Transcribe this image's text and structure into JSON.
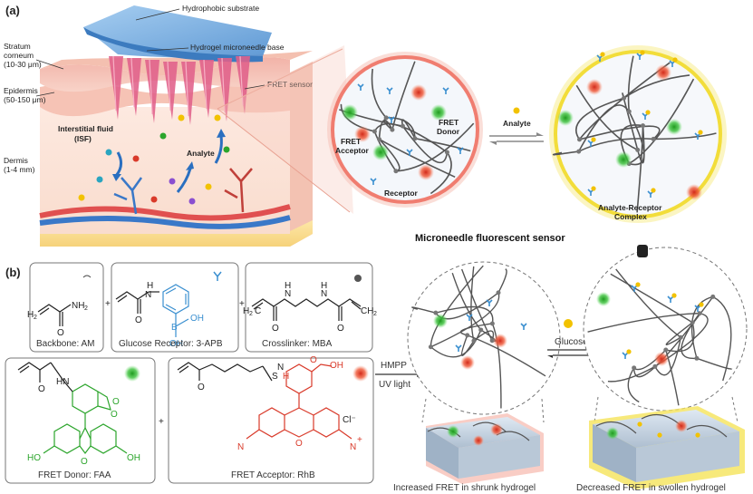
{
  "panel_a": {
    "label": "(a)",
    "hydrophobic_substrate": "Hydrophobic substrate",
    "microneedle_base": "Hydrogel microneedle base",
    "stratum_corneum": [
      "Stratum",
      "corneum",
      "(10-30 μm)"
    ],
    "epidermis": [
      "Epidermis",
      "(50-150 μm)"
    ],
    "fret_sensor": "FRET sensor",
    "isf": [
      "Interstitial fluid",
      "(ISF)"
    ],
    "dermis": [
      "Dermis",
      "(1-4 mm)"
    ],
    "analyte": "Analyte",
    "fret_acceptor": [
      "FRET",
      "Acceptor"
    ],
    "fret_donor": [
      "FRET",
      "Donor"
    ],
    "receptor": "Receptor",
    "analyte_arrow": "Analyte",
    "complex": [
      "Analyte-Receptor",
      "Complex"
    ],
    "title": "Microneedle fluorescent sensor"
  },
  "panel_b": {
    "label": "(b)",
    "backbone": "Backbone: AM",
    "glucose_receptor": "Glucose Receptor: 3-APB",
    "crosslinker": "Crosslinker: MBA",
    "donor": "FRET Donor: FAA",
    "acceptor": "FRET Acceptor: RhB",
    "plus": "+",
    "hmpp": "HMPP",
    "uv": "UV light",
    "glucose": "Glucose",
    "shrunk": "Increased FRET in shrunk hydrogel",
    "swollen": "Decreased FRET in swollen hydrogel",
    "chloride": "Cl⁻"
  },
  "colors": {
    "skin": "#f6c9c0",
    "dermis": "#fbe7dd",
    "needle": "#e0608a",
    "substrate": "#7fb0e0",
    "donor_green": "#2ca52c",
    "acceptor_red": "#d93a2a",
    "receptor_blue": "#3a8fd0",
    "analyte_yellow": "#f2c200",
    "halo_red": "#f08a80",
    "halo_yellow": "#f3e15a"
  }
}
